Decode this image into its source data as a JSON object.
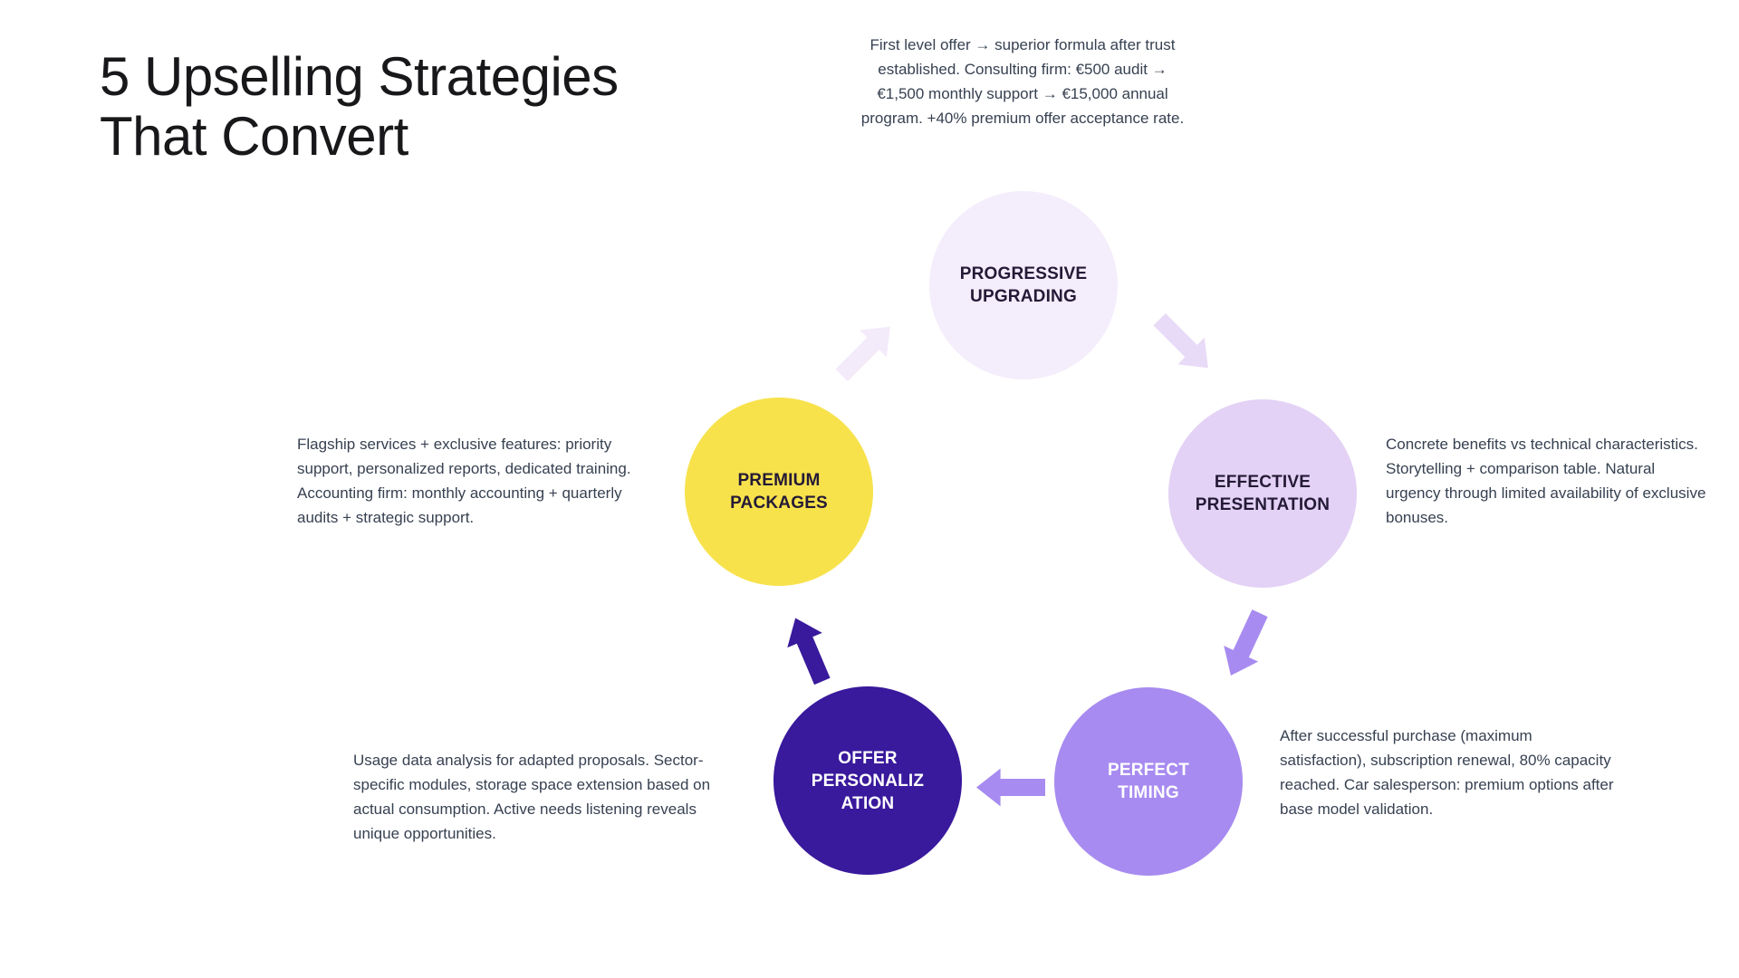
{
  "title": {
    "line1": "5 Upselling Strategies",
    "line2": "That Convert"
  },
  "palette": {
    "background": "#ffffff",
    "title_text": "#18181b",
    "body_text": "#374151",
    "dark_label_text": "#241a36",
    "light_label_text": "#ffffff"
  },
  "diagram": {
    "nodes": [
      {
        "name": "progressive-upgrading",
        "lines": [
          "PROGRESSIVE",
          "UPGRADING"
        ],
        "bg": "#f4edfb",
        "fg": "#241a36",
        "description": "First level offer → superior formula after trust established. Consulting firm: €500 audit → €1,500 monthly support → €15,000 annual program. +40% premium offer acceptance rate."
      },
      {
        "name": "effective-presentation",
        "lines": [
          "EFFECTIVE",
          "PRESENTATION"
        ],
        "bg": "#e3d2f5",
        "fg": "#241a36",
        "description": "Concrete benefits vs technical characteristics. Storytelling + comparison table. Natural urgency through limited availability of exclusive bonuses."
      },
      {
        "name": "perfect-timing",
        "lines": [
          "PERFECT",
          "TIMING"
        ],
        "bg": "#a78bf0",
        "fg": "#ffffff",
        "description": "After successful purchase (maximum satisfaction), subscription renewal, 80% capacity reached. Car salesperson: premium options after base model validation."
      },
      {
        "name": "offer-personalization",
        "lines": [
          "OFFER",
          "PERSONALIZ",
          "ATION"
        ],
        "bg": "#39199c",
        "fg": "#ffffff",
        "description": "Usage data analysis for adapted proposals. Sector-specific modules, storage space extension based on actual consumption. Active needs listening reveals unique opportunities."
      },
      {
        "name": "premium-packages",
        "lines": [
          "PREMIUM",
          "PACKAGES"
        ],
        "bg": "#f7e24c",
        "fg": "#241a36",
        "description": "Flagship services + exclusive features: priority support, personalized reports, dedicated training. Accounting firm: monthly accounting + quarterly audits + strategic support."
      }
    ],
    "arrows": [
      {
        "name": "arrow-premium-to-progressive",
        "color": "#f3eafa"
      },
      {
        "name": "arrow-progressive-to-effective",
        "color": "#e8dbf7"
      },
      {
        "name": "arrow-effective-to-perfect",
        "color": "#a78bf0"
      },
      {
        "name": "arrow-perfect-to-offer",
        "color": "#a78bf0"
      },
      {
        "name": "arrow-offer-to-premium",
        "color": "#39199c"
      }
    ]
  }
}
